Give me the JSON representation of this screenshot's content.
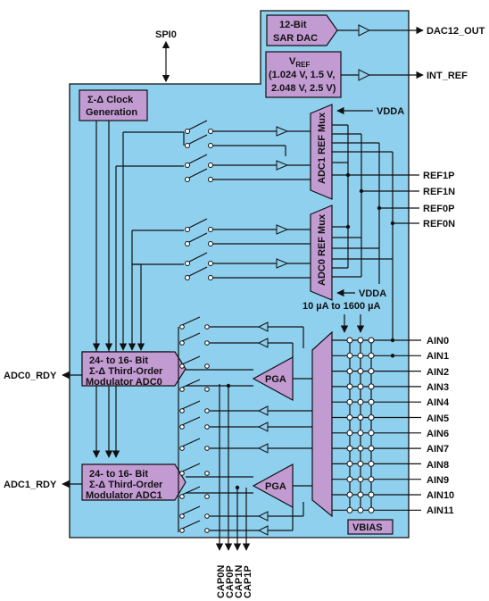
{
  "top": {
    "spi": "SPI0"
  },
  "dac": {
    "line1": "12-Bit",
    "line2": "SAR DAC",
    "output": "DAC12_OUT"
  },
  "vref": {
    "title": "V",
    "sub": "REF",
    "line1": "(1.024 V, 1.5 V,",
    "line2": "2.048 V, 2.5 V)",
    "output": "INT_REF"
  },
  "clock": {
    "line1": "Σ-Δ Clock",
    "line2": "Generation"
  },
  "mux1": {
    "label": "ADC1 REF Mux",
    "vdda": "VDDA"
  },
  "mux0": {
    "label": "ADC0 REF Mux",
    "vdda": "VDDA"
  },
  "refs": [
    "REF1P",
    "REF1N",
    "REF0P",
    "REF0N"
  ],
  "current": "10 µA to 1600 µA",
  "adc0": {
    "line1": "24- to 16- Bit",
    "line2": "Σ-Δ Third-Order",
    "line3": "Modulator ADC0",
    "rdy": "ADC0_RDY"
  },
  "adc1": {
    "line1": "24- to 16- Bit",
    "line2": "Σ-Δ Third-Order",
    "line3": "Modulator ADC1",
    "rdy": "ADC1_RDY"
  },
  "pga0": "PGA",
  "pga1": "PGA",
  "ain": [
    "AIN0",
    "AIN1",
    "AIN2",
    "AIN3",
    "AIN4",
    "AIN5",
    "AIN6",
    "AIN7",
    "AIN8",
    "AIN9",
    "AIN10",
    "AIN11"
  ],
  "vbias": "VBIAS",
  "caps": [
    "CAP0N",
    "CAP0P",
    "CAP1N",
    "CAP1P"
  ],
  "colors": {
    "panel": "#8fd0ee",
    "block": "#c39bd3",
    "line": "#111111"
  }
}
